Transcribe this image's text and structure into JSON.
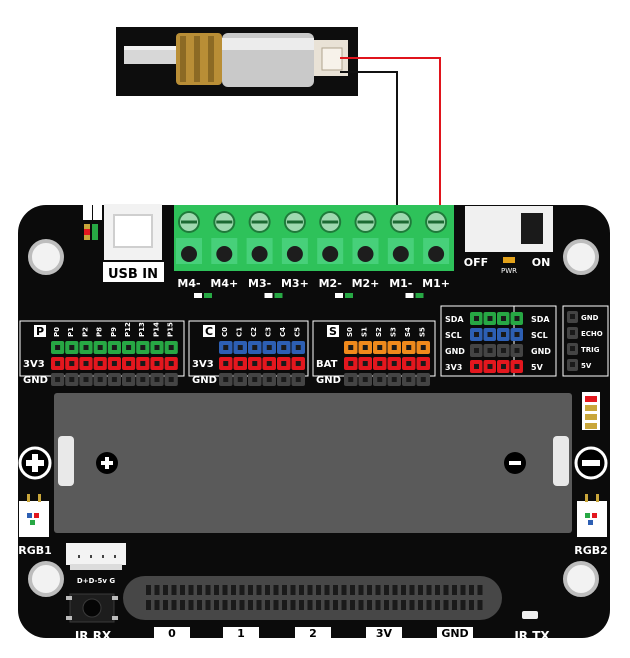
{
  "motor": {
    "wire_colors": {
      "black": "#111111",
      "red": "#e0141c"
    }
  },
  "power": {
    "usb_label": "USB IN",
    "off_label": "OFF",
    "on_label": "ON",
    "pwr_label": "PWR"
  },
  "motor_ports": [
    "M4-",
    "M4+",
    "M3-",
    "M3+",
    "M2-",
    "M2+",
    "M1-",
    "M1+"
  ],
  "p_header": {
    "title": "P",
    "pins": [
      "P0",
      "P1",
      "P2",
      "P8",
      "P9",
      "P12",
      "P13",
      "P14",
      "P15"
    ],
    "row_3v3": "3V3",
    "row_gnd": "GND"
  },
  "c_header": {
    "title": "C",
    "pins": [
      "C0",
      "C1",
      "C2",
      "C3",
      "C4",
      "C5"
    ],
    "row_3v3": "3V3",
    "row_gnd": "GND"
  },
  "s_header": {
    "title": "S",
    "pins": [
      "S0",
      "S1",
      "S2",
      "S3",
      "S4",
      "S5"
    ],
    "row_bat": "BAT",
    "row_gnd": "GND"
  },
  "i2c_header": {
    "left": [
      "SDA",
      "SCL",
      "GND",
      "3V3"
    ],
    "right": [
      "SDA",
      "SCL",
      "GND",
      "5V"
    ]
  },
  "ultra_header": [
    "GND",
    "ECHO",
    "TRIG",
    "5V"
  ],
  "rgb": {
    "left": "RGB1",
    "right": "RGB2"
  },
  "ir": {
    "rx": "IR RX",
    "tx": "IR TX",
    "pins": "D+D-5v G"
  },
  "edge_pads": [
    "0",
    "1",
    "2",
    "3V",
    "GND"
  ],
  "colors": {
    "board": "#0b0b0b",
    "green": "#27a844",
    "red": "#e3171e",
    "blue": "#2d5fb3",
    "orange": "#f08a1c",
    "dark_pin": "#444444",
    "terminal": "#2ec25a"
  }
}
